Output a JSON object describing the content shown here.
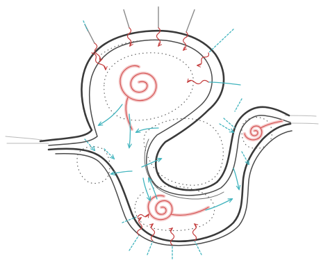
{
  "diagram": {
    "style": "hand-drawn pencil sketch",
    "colors": {
      "outline": "#3a3a3a",
      "dotted_region": "#5a5a5a",
      "spiral": "#d24b4b",
      "spiral_glow": "#f4c9c9",
      "cool_arrow": "#3fb3bd",
      "warm_arrow": "#c43c3c"
    },
    "vortex_count": 3,
    "vortex_direction": "clockwise",
    "outer_arrow_count": 14
  }
}
